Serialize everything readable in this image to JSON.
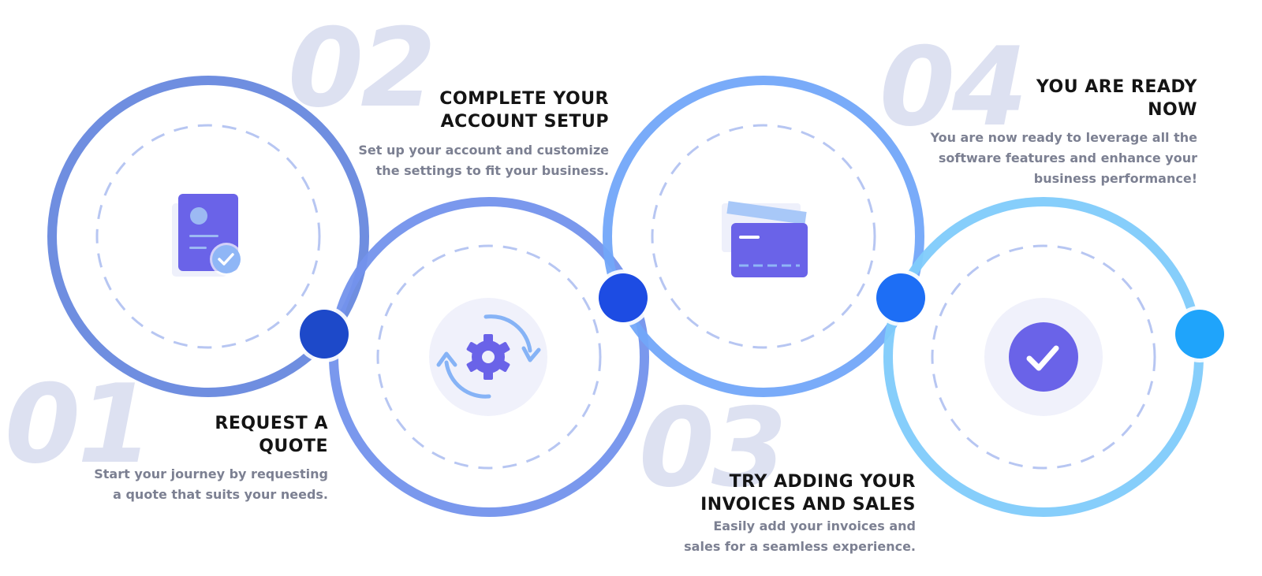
{
  "steps": [
    {
      "number": "01",
      "title_lines": [
        "REQUEST A",
        "QUOTE"
      ],
      "desc_lines": [
        "Start your journey by requesting",
        "a quote that suits your needs."
      ],
      "icon": "document-check-icon"
    },
    {
      "number": "02",
      "title_lines": [
        "COMPLETE YOUR",
        "ACCOUNT SETUP"
      ],
      "desc_lines": [
        "Set up your account and customize",
        "the settings to fit your business."
      ],
      "icon": "gear-sync-icon"
    },
    {
      "number": "03",
      "title_lines": [
        "TRY ADDING YOUR",
        "INVOICES AND SALES"
      ],
      "desc_lines": [
        "Easily add your invoices and",
        "sales for a seamless experience."
      ],
      "icon": "credit-card-icon"
    },
    {
      "number": "04",
      "title_lines": [
        "YOU ARE READY",
        "NOW"
      ],
      "desc_lines": [
        "You are now ready to leverage all the",
        "software features and enhance your",
        "business performance!"
      ],
      "icon": "check-circle-icon"
    }
  ],
  "colors": {
    "ring_1": "#6f8ee0",
    "ring_2": "#7392ec",
    "ring_3": "#72a7f9",
    "ring_4": "#7fcbfb",
    "dot_1": "#1d49c9",
    "dot_2": "#1d4ce3",
    "dot_3": "#1d6ef5",
    "dot_4": "#1fa4fb",
    "dashed": "#b7c6f2",
    "icon_purple": "#6a63e8",
    "big_number": "#dde1f1",
    "title": "#141414",
    "desc": "#7c8092"
  }
}
